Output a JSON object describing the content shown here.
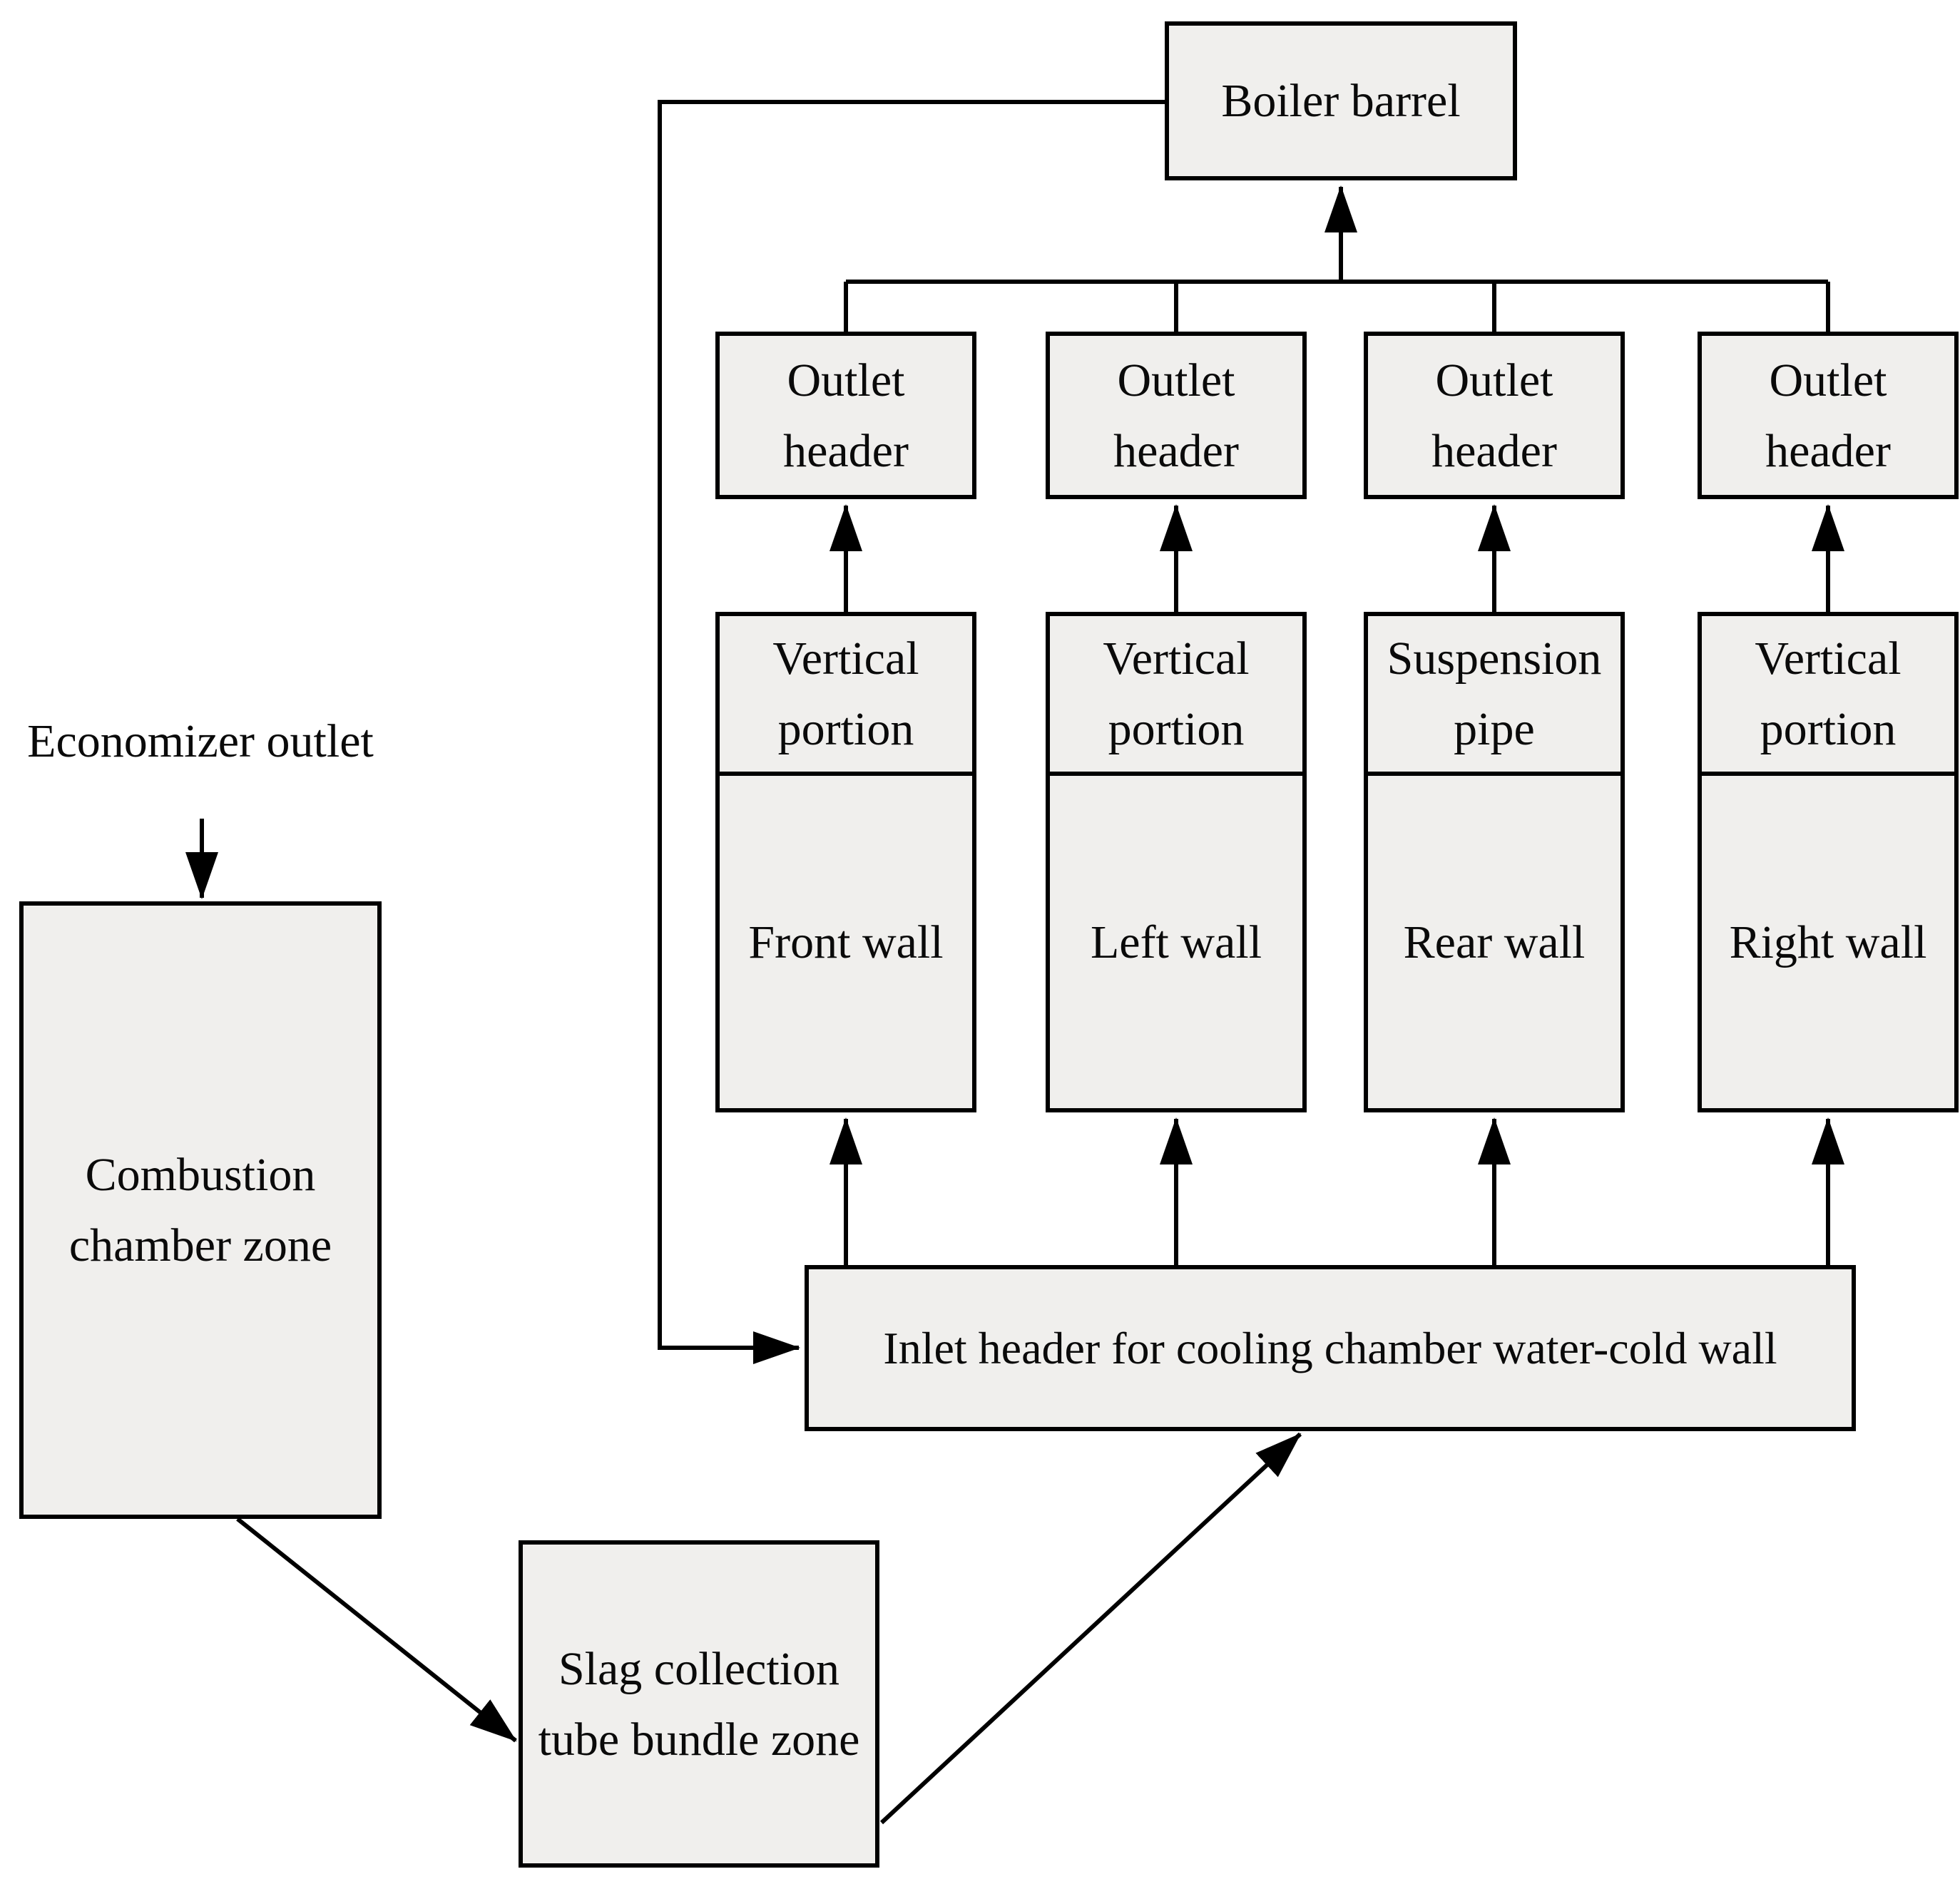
{
  "diagram": {
    "title_hint": "Boiler natural-circulation flow diagram",
    "background": "#ffffff",
    "node_fill": "#f0efed",
    "line_color": "#000000",
    "nodes": {
      "economizer_outlet": "Economizer outlet",
      "combustion_chamber": "Combustion chamber zone",
      "slag_collection": "Slag collection tube bundle zone",
      "inlet_header": "Inlet header for cooling chamber water-cold wall",
      "outlet_header": "Outlet header",
      "boiler_barrel": "Boiler barrel"
    },
    "wall_columns": [
      {
        "upper": "Vertical portion",
        "lower": "Front wall"
      },
      {
        "upper": "Vertical portion",
        "lower": "Left wall"
      },
      {
        "upper": "Suspension pipe",
        "lower": "Rear wall"
      },
      {
        "upper": "Vertical portion",
        "lower": "Right wall"
      }
    ],
    "edges": [
      {
        "from": "Economizer outlet",
        "to": "Combustion chamber zone"
      },
      {
        "from": "Combustion chamber zone",
        "to": "Slag collection tube bundle zone"
      },
      {
        "from": "Slag collection tube bundle zone",
        "to": "Inlet header for cooling chamber water-cold wall"
      },
      {
        "from": "Boiler barrel",
        "to": "Inlet header for cooling chamber water-cold wall"
      },
      {
        "from": "Inlet header for cooling chamber water-cold wall",
        "to": "Front wall"
      },
      {
        "from": "Inlet header for cooling chamber water-cold wall",
        "to": "Left wall"
      },
      {
        "from": "Inlet header for cooling chamber water-cold wall",
        "to": "Rear wall"
      },
      {
        "from": "Inlet header for cooling chamber water-cold wall",
        "to": "Right wall"
      },
      {
        "from": "Front wall (Vertical portion)",
        "to": "Outlet header"
      },
      {
        "from": "Left wall (Vertical portion)",
        "to": "Outlet header"
      },
      {
        "from": "Rear wall (Suspension pipe)",
        "to": "Outlet header"
      },
      {
        "from": "Right wall (Vertical portion)",
        "to": "Outlet header"
      },
      {
        "from": "Outlet headers",
        "to": "Boiler barrel"
      }
    ]
  }
}
